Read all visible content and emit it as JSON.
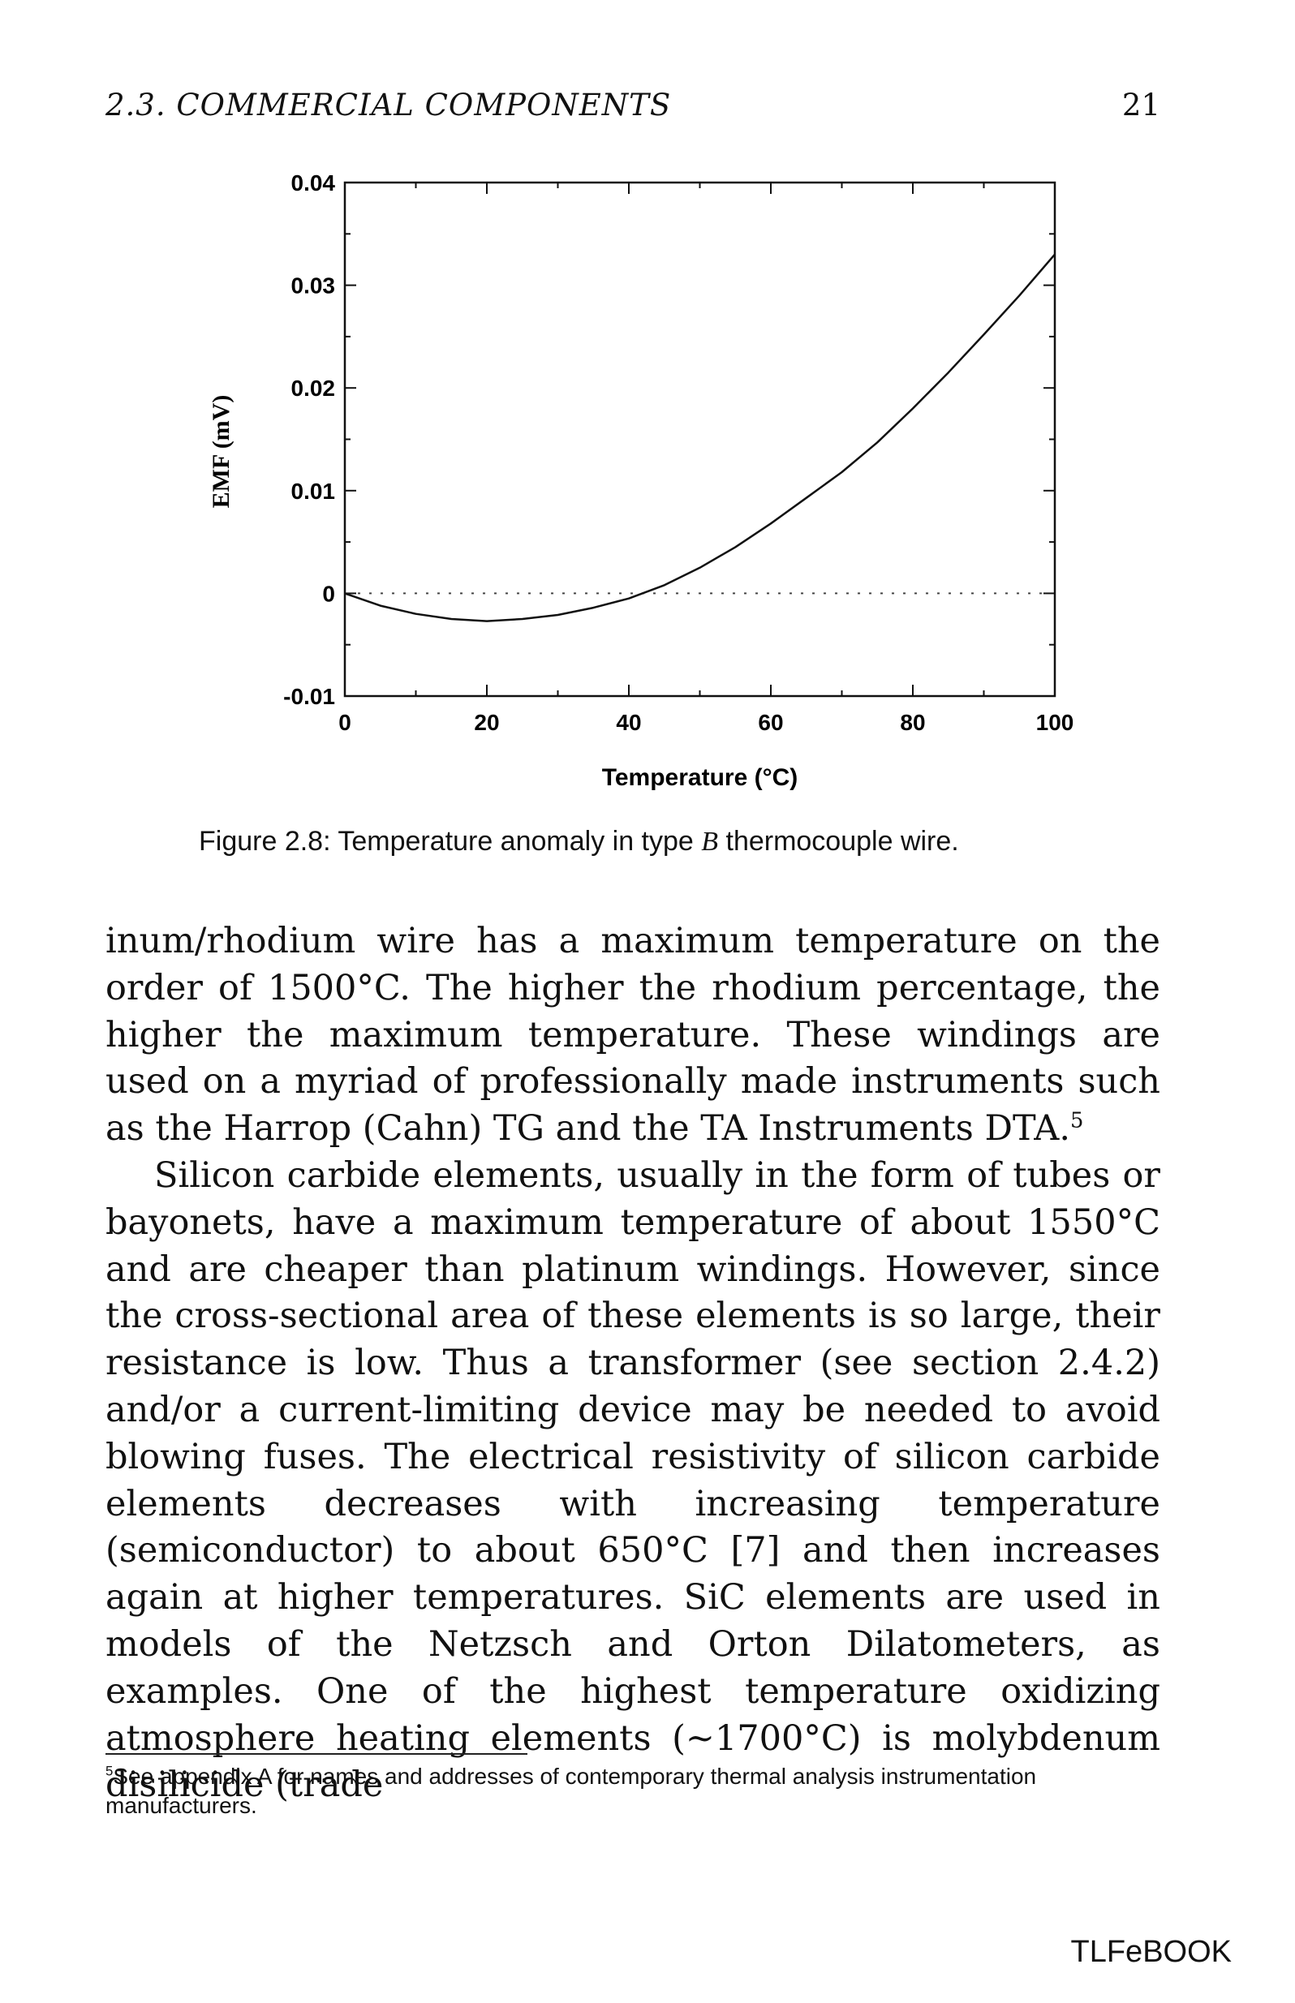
{
  "header": {
    "title": "2.3.  COMMERCIAL COMPONENTS",
    "page_number": "21"
  },
  "chart_data": {
    "type": "line",
    "xlabel": "Temperature (°C)",
    "ylabel": "EMF (mV)",
    "xlim": [
      0,
      100
    ],
    "ylim": [
      -0.01,
      0.04
    ],
    "xticks": [
      "0",
      "20",
      "40",
      "60",
      "80",
      "100"
    ],
    "yticks": [
      "-0.01",
      "0",
      "0.01",
      "0.02",
      "0.03",
      "0.04"
    ],
    "grid": false,
    "series": [
      {
        "x": [
          0,
          5,
          10,
          15,
          20,
          25,
          30,
          35,
          40,
          45,
          50,
          55,
          60,
          65,
          70,
          75,
          80,
          85,
          90,
          95,
          100
        ],
        "y": [
          0,
          -0.0012,
          -0.002,
          -0.0025,
          -0.0027,
          -0.0025,
          -0.0021,
          -0.0014,
          -0.0005,
          0.0008,
          0.0025,
          0.0045,
          0.0068,
          0.0093,
          0.0118,
          0.0147,
          0.018,
          0.0215,
          0.0252,
          0.029,
          0.033
        ]
      }
    ],
    "reference_line": {
      "y": 0,
      "style": "dotted"
    }
  },
  "caption": {
    "prefix": "Figure 2.8: Temperature anomaly in type ",
    "italic": "B",
    "suffix": " thermocouple wire."
  },
  "body": {
    "p1_text": "inum/rhodium wire has a maximum temperature on the order of 1500°C. The higher the rhodium percentage, the higher the maximum temperature. These windings are used on a myriad of professionally made instruments such as the Harrop (Cahn) TG and the TA Instruments DTA.",
    "p1_note": "5",
    "p2_text": "Silicon carbide elements, usually in the form of tubes or bayonets, have a maximum temperature of about 1550°C and are cheaper than platinum windings. However, since the cross-sectional area of these elements is so large, their resistance is low. Thus a transformer (see section 2.4.2) and/or a current-limiting device may be needed to avoid blowing fuses. The electrical resistivity of silicon carbide elements decreases with increasing temperature (semiconductor) to about 650°C [7] and then increases again at higher temperatures. SiC elements are used in models of the Netzsch and Orton Dilatometers, as examples. One of the highest temperature oxidizing atmosphere heating elements (~1700°C) is molybdenum disilicide (trade"
  },
  "footnote": {
    "mark": "5",
    "text": "See appendix A for names and addresses of contemporary thermal analysis instrumentation manufacturers."
  },
  "watermark": "TLFeBOOK"
}
